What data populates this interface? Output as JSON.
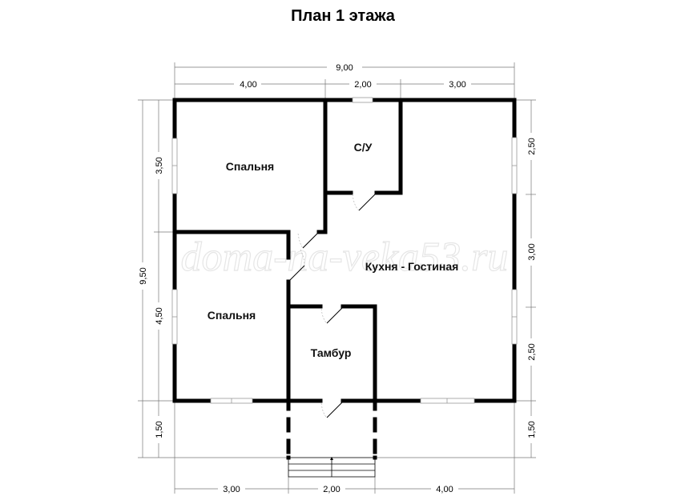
{
  "title": "План 1 этажа",
  "watermark": "doma-na-veka53.ru",
  "rooms": {
    "bedroom_top": "Спальня",
    "bathroom": "С/У",
    "kitchen_living": "Кухня - Гостиная",
    "bedroom_bottom": "Спальня",
    "vestibule": "Тамбур"
  },
  "dimensions": {
    "top_total": "9,00",
    "top": [
      "4,00",
      "2,00",
      "3,00"
    ],
    "bottom": [
      "3,00",
      "2,00",
      "4,00"
    ],
    "left_total": "9,50",
    "left": [
      "3,50",
      "4,50",
      "1,50"
    ],
    "right": [
      "2,50",
      "3,00",
      "2,50",
      "1,50"
    ]
  }
}
